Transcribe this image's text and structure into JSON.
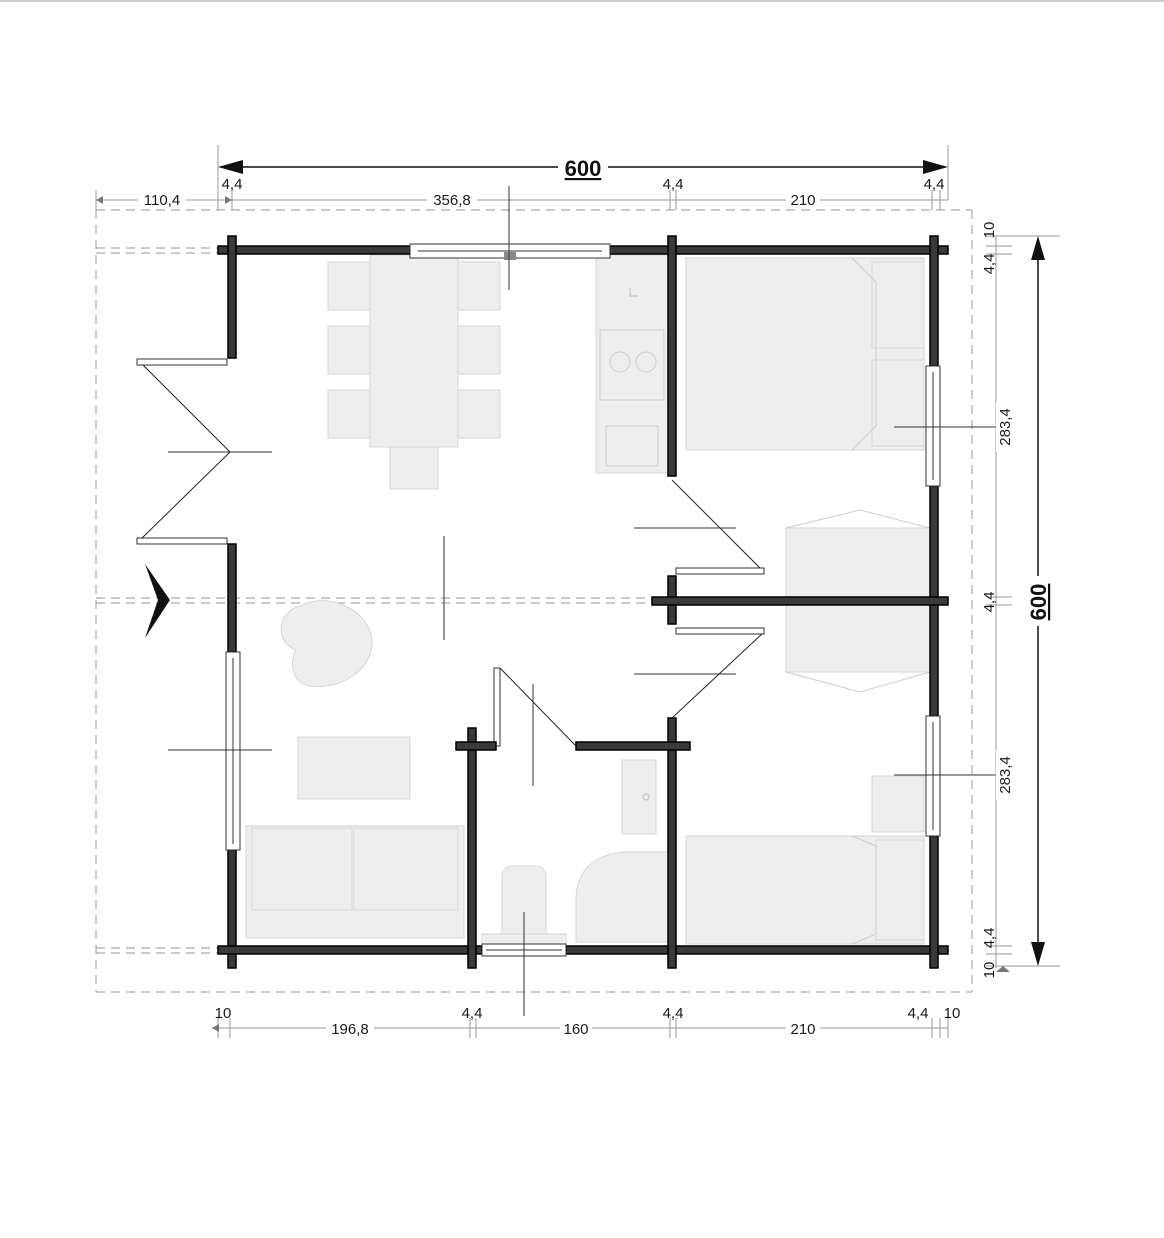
{
  "top_total": "600",
  "right_total": "600",
  "top_dims": [
    "110,4",
    "4,4",
    "356,8",
    "4,4",
    "210",
    "4,4"
  ],
  "bottom_dims": [
    "10",
    "196,8",
    "4,4",
    "160",
    "4,4",
    "210",
    "4,4",
    "10"
  ],
  "right_dims": [
    "10",
    "4,4",
    "283,4",
    "4,4",
    "283,4",
    "4,4",
    "10"
  ],
  "colors": {
    "wall": "#3a3a3a",
    "furniture": "#eeeeee",
    "dash": "#aaaaaa"
  }
}
